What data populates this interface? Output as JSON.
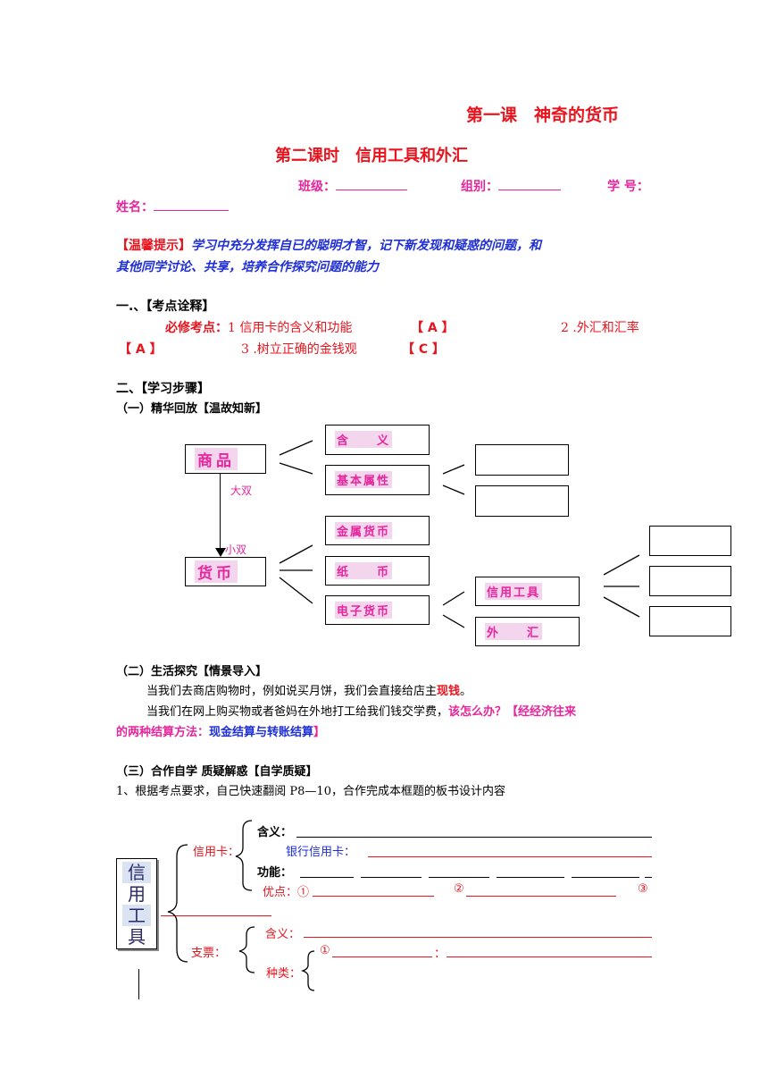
{
  "header": {
    "lesson_title": "第一课　神奇的货币",
    "subtitle": "第二课时　信用工具和外汇",
    "class_label": "班级：",
    "group_label": "组别：",
    "number_label": "学 号：",
    "name_label": "姓名："
  },
  "tip": {
    "label": "【温馨提示】",
    "text_line1": "学习中充分发挥自已的聪明才智，记下新发现和疑惑的问题，和",
    "text_line2": "其他同学讨论、共享，培养合作探究问题的能力"
  },
  "section1": {
    "heading": "一.、【考点诠释】",
    "required_label": "必修考点：",
    "item1": "1 信用卡的含义和功能",
    "item1_grade": "【 A 】",
    "item2": "2 .外汇和汇率",
    "item2_grade": "【 A 】",
    "item3": "3 .树立正确的金钱观",
    "item3_grade": "【 C 】"
  },
  "section2": {
    "heading": "二、【学习步骤】",
    "part1": "（一）精华回放【温故知新】",
    "part2": "（二）生活探究【情景导入】",
    "part3": "（三）合作自学 质疑解惑【自学质疑】"
  },
  "diagram1": {
    "commodity": "商品",
    "money": "货币",
    "big_double": "大双",
    "small_double": "小双",
    "meaning": "含　　义",
    "basic_attr": "基本属性",
    "metal_money": "金属货币",
    "paper_money": "纸　　币",
    "e_money": "电子货币",
    "credit_tool": "信用工具",
    "forex": "外　　汇"
  },
  "scenario": {
    "line1_a": "当我们去商店购物时，例如说买月饼，我们会直接给店主",
    "line1_b": "现钱",
    "line1_c": "。",
    "line2_a": "当我们在网上购买物或者爸妈在外地打工给我们钱交学费，",
    "line2_b": "该怎么办？",
    "line2_c": "【经经济往来",
    "line3_a": "的两种结算方法：",
    "line3_b": "现金结算与转账结算",
    "line3_c": "】"
  },
  "task": {
    "text": "1、根据考点要求，自己快速翻阅 P8—10，合作完成本框题的板书设计内容"
  },
  "diagram2": {
    "main_box": [
      "信",
      "用",
      "工",
      "具"
    ],
    "credit_card": "信用卡：",
    "meaning": "含义：",
    "bank_credit_card": "银行信用卡：",
    "function": "功能：",
    "advantages": "优点：①",
    "adv2": "②",
    "adv3": "③",
    "cheque": "支票：",
    "cheque_meaning": "含义：",
    "types": "种类：",
    "type1": "①",
    "colon": "："
  }
}
